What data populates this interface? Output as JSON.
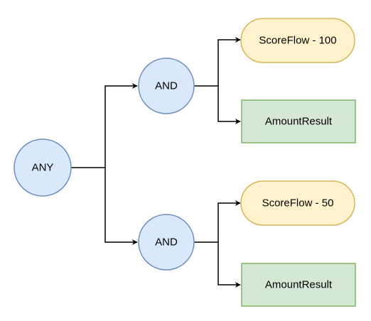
{
  "diagram": {
    "root": {
      "label": "ANY"
    },
    "branches": [
      {
        "label": "AND",
        "children": [
          {
            "label": "ScoreFlow - 100"
          },
          {
            "label": "AmountResult"
          }
        ]
      },
      {
        "label": "AND",
        "children": [
          {
            "label": "ScoreFlow - 50"
          },
          {
            "label": "AmountResult"
          }
        ]
      }
    ]
  },
  "colors": {
    "circle_fill": "#dae8fc",
    "circle_stroke": "#6c8ebf",
    "score_fill": "#fff2cc",
    "score_stroke": "#d6b656",
    "result_fill": "#d5e8d4",
    "result_stroke": "#82b366",
    "edge": "#000000"
  }
}
